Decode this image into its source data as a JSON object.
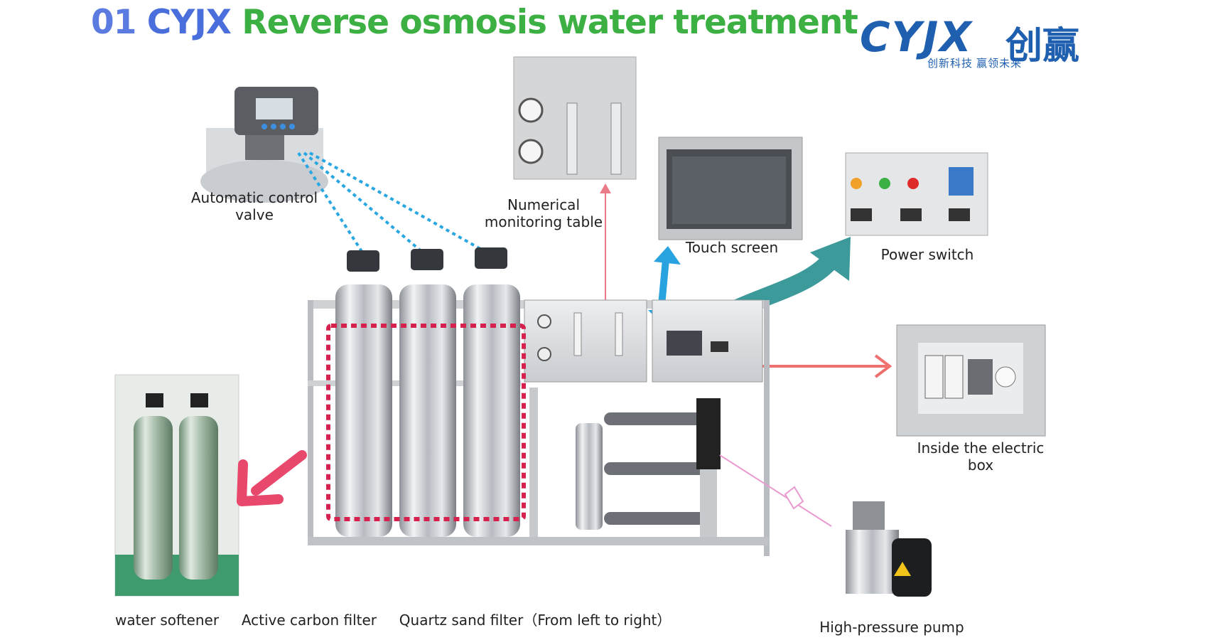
{
  "title": {
    "number": "01",
    "brand": "CYJX",
    "rest": "Reverse osmosis water treatment"
  },
  "logo": {
    "text": "CYJX",
    "cn": "创赢",
    "tagline": "创新科技   赢领未来"
  },
  "labels": {
    "auto_valve_1": "Automatic control",
    "auto_valve_2": "valve",
    "numerical_1": "Numerical",
    "numerical_2": "monitoring table",
    "touch_screen": "Touch screen",
    "power_switch": "Power switch",
    "electric_box_1": "Inside the electric",
    "electric_box_2": "box",
    "pump": "High-pressure pump",
    "bottom_caption": "water softener     Active carbon filter     Quartz sand filter（From left to right）"
  },
  "colors": {
    "title_blue": "#4a6fdc",
    "title_green": "#3cb043",
    "dotted_blue": "#2aa7e0",
    "red_box": "#d6204e",
    "teal_arrow": "#3d9a9a",
    "pink_arrow": "#e8486b",
    "light_pink": "#f07070",
    "blue_arrow": "#29a3df"
  }
}
